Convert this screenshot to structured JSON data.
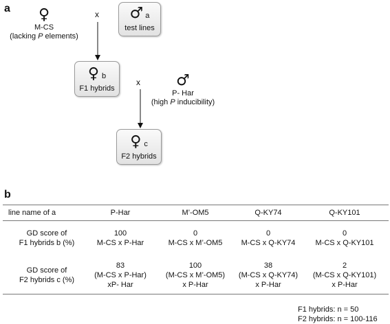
{
  "panel_a": {
    "label": "a",
    "female_symbol": "♀",
    "male_symbol": "♂",
    "cross_symbol": "x",
    "female_parent": {
      "line1": "M-CS",
      "line2_pre": "(lacking ",
      "line2_italic": "P",
      "line2_post": " elements)"
    },
    "test_lines": {
      "sub": "a",
      "label": "test lines"
    },
    "f1": {
      "sub": "b",
      "label": "F1 hybrids"
    },
    "male_parent": {
      "line1": "P- Har",
      "line2_pre": "(high ",
      "line2_italic": "P",
      "line2_post": " inducibility)"
    },
    "f2": {
      "sub": "c",
      "label": "F2 hybrids"
    }
  },
  "panel_b": {
    "label": "b",
    "header": [
      "line name of a",
      "P-Har",
      "M’-OM5",
      "Q-KY74",
      "Q-KY101"
    ],
    "row1": {
      "label_line1": "GD score of",
      "label_line2": "F1 hybrids  b (%)",
      "cells": [
        {
          "score": "100",
          "cross": "M-CS x P-Har"
        },
        {
          "score": "0",
          "cross": "M-CS x M’-OM5"
        },
        {
          "score": "0",
          "cross": "M-CS x Q-KY74"
        },
        {
          "score": "0",
          "cross": "M-CS x Q-KY101"
        }
      ]
    },
    "row2": {
      "label_line1": "GD score of",
      "label_line2": "F2 hybrids  c (%)",
      "cells": [
        {
          "score": "83",
          "cross1": "(M-CS x P-Har)",
          "cross2": "xP- Har"
        },
        {
          "score": "100",
          "cross1": "(M-CS x M’-OM5)",
          "cross2": "x P-Har"
        },
        {
          "score": "38",
          "cross1": "(M-CS x Q-KY74)",
          "cross2": "x P-Har"
        },
        {
          "score": "2",
          "cross1": "(M-CS x Q-KY101)",
          "cross2": "x P-Har"
        }
      ]
    },
    "footnote1": "F1 hybrids:  n = 50",
    "footnote2": "F2 hybrids:  n = 100-116"
  }
}
